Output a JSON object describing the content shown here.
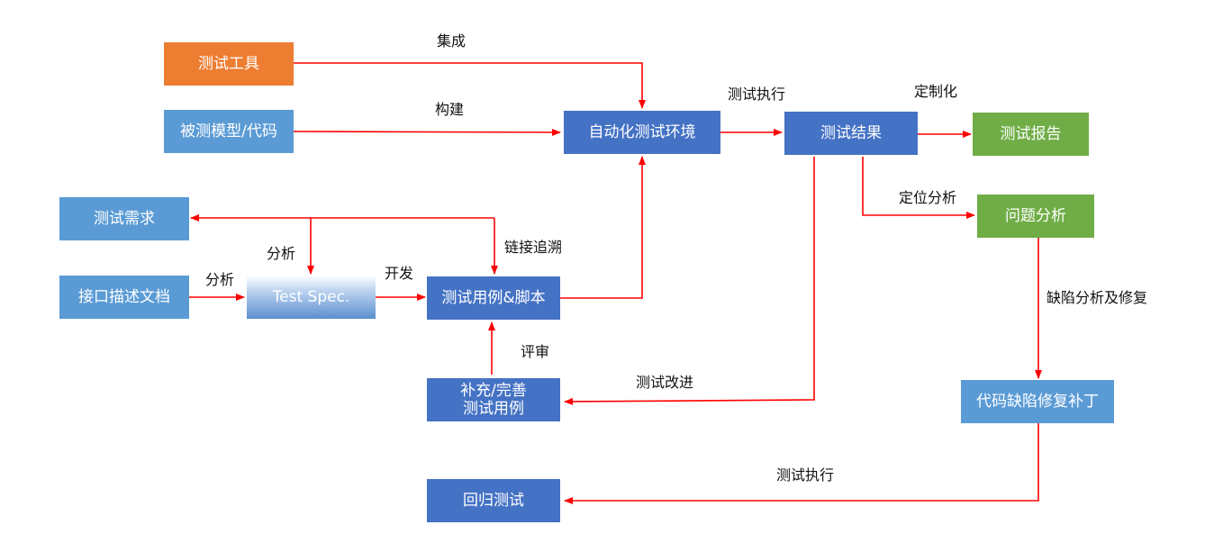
{
  "nodes": {
    "test_tools": "测试工具",
    "model_code": "被测模型/代码",
    "auto_env": "自动化测试环境",
    "test_result": "测试结果",
    "test_report": "测试报告",
    "test_req": "测试需求",
    "interface_doc": "接口描述文档",
    "test_spec": "Test Spec.",
    "test_cases": "测试用例&脚本",
    "problem_analysis": "问题分析",
    "supplement_cases": "补充/完善\n测试用例",
    "bug_patch": "代码缺陷修复补丁",
    "regression": "回归测试"
  },
  "edge_labels": {
    "integrate": "集成",
    "build": "构建",
    "exec1": "测试执行",
    "customize": "定制化",
    "locate": "定位分析",
    "analyze1": "分析",
    "analyze2": "分析",
    "develop": "开发",
    "trace": "链接追溯",
    "review": "评审",
    "improve": "测试改进",
    "bug_fix": "缺陷分析及修复",
    "exec2": "测试执行"
  },
  "colors": {
    "arrow": "#ff0000",
    "orange": "#ed7d31",
    "light_blue": "#5b9bd5",
    "dark_blue": "#4472c4",
    "green": "#70ad47"
  }
}
